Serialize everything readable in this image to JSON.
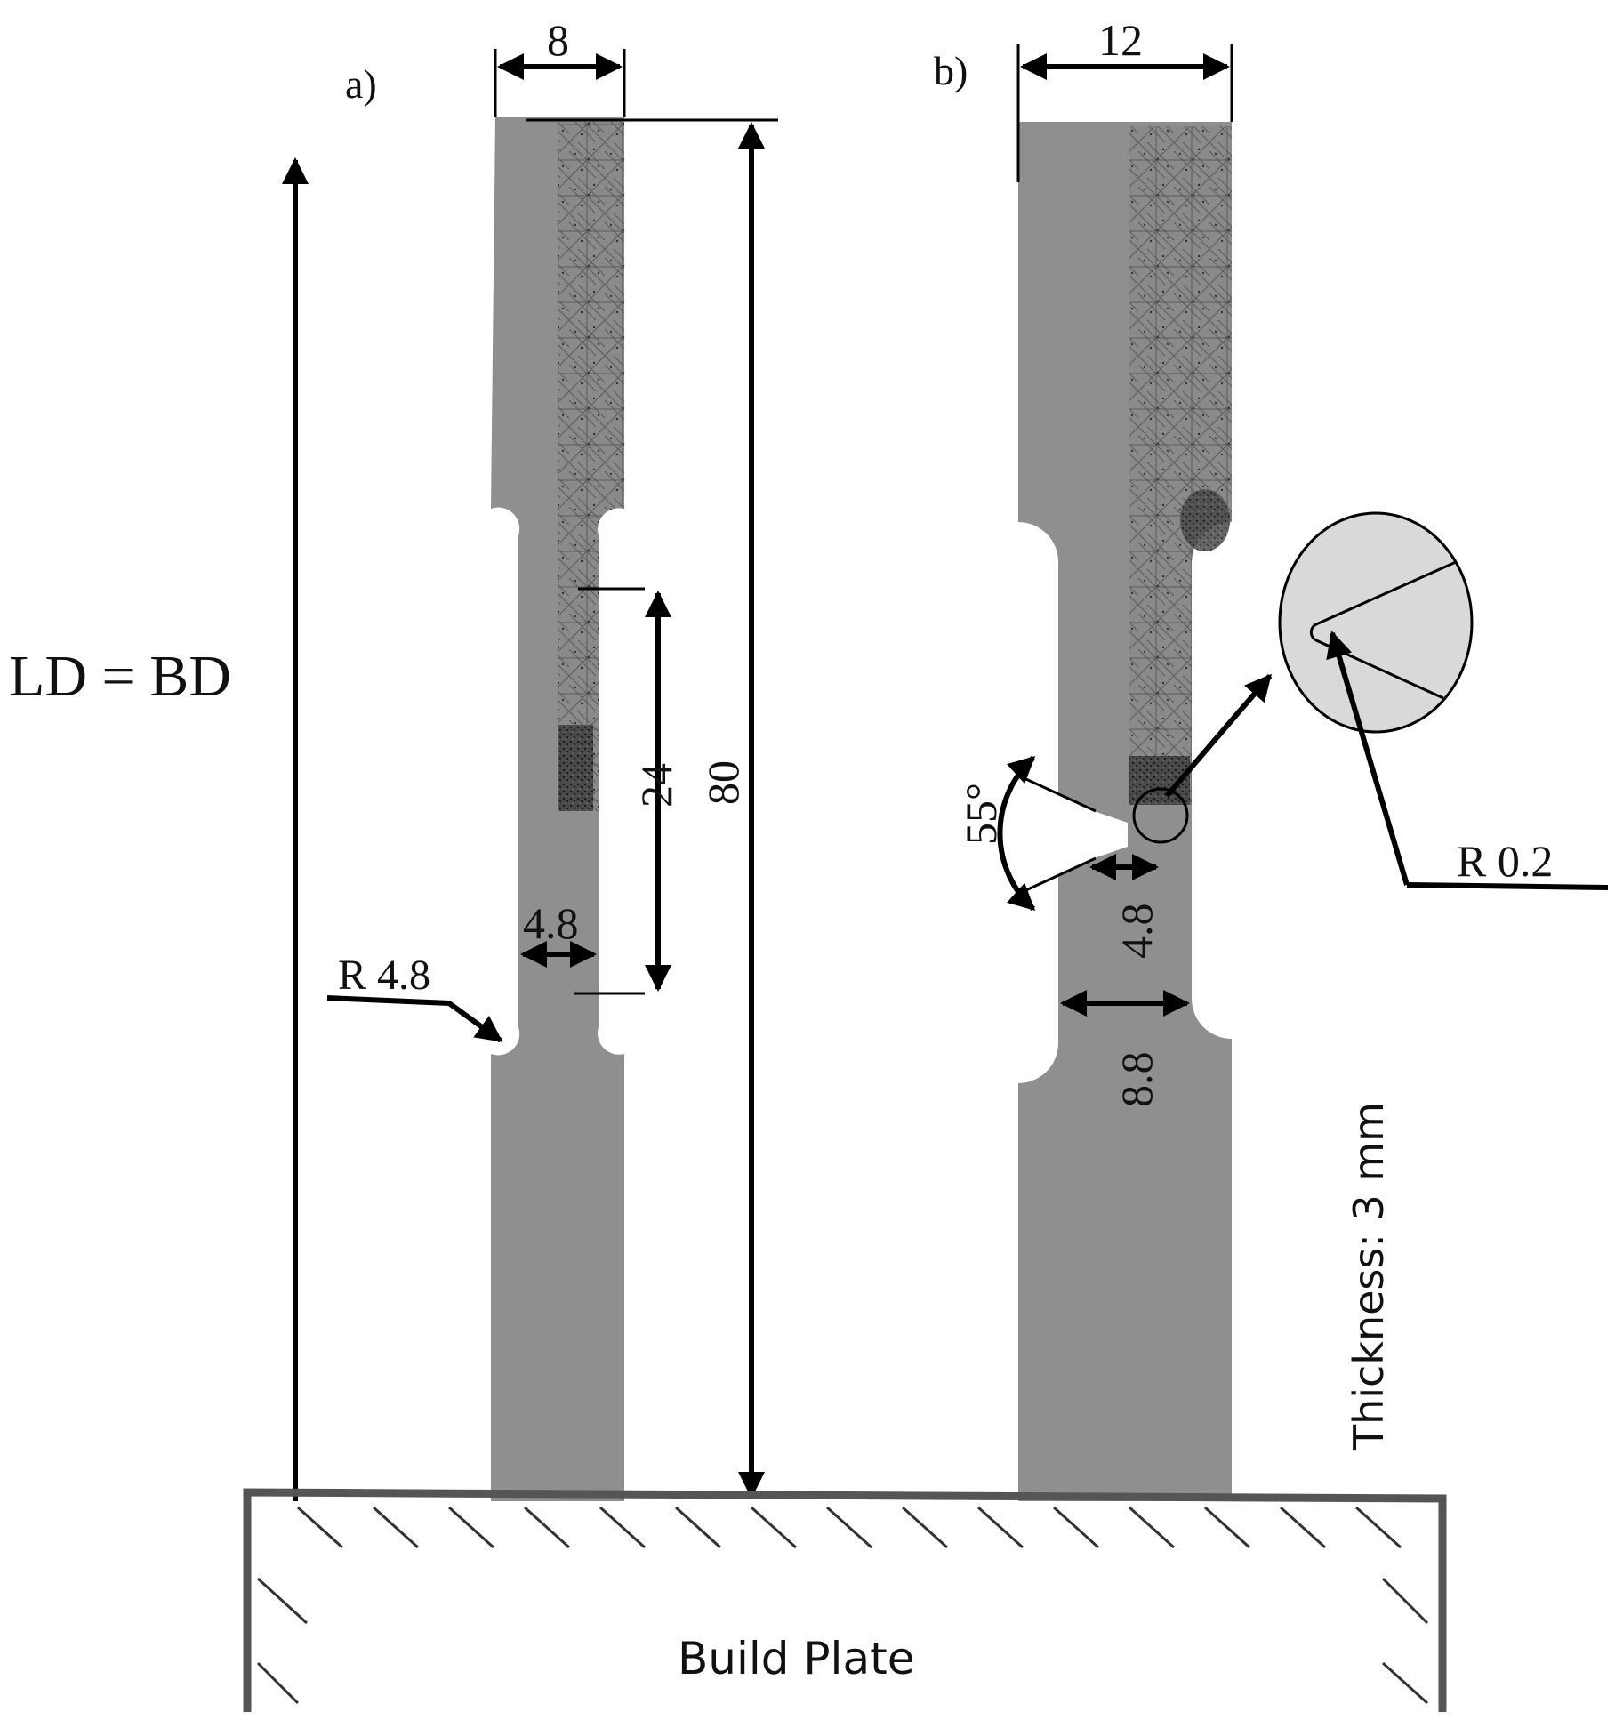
{
  "labels": {
    "panel_a": "a)",
    "panel_b": "b)",
    "ld_bd": "LD = BD",
    "build_plate": "Build Plate",
    "thickness": "Thickness: 3 mm"
  },
  "specimen_a": {
    "width_top": "8",
    "gauge_length": "24",
    "total_length": "80",
    "gauge_width": "4.8",
    "fillet_radius": "R 4.8"
  },
  "specimen_b": {
    "width_top": "12",
    "notch_angle": "55°",
    "notch_depth": "4.8",
    "gauge_width": "8.8",
    "notch_radius": "R 0.2"
  },
  "colors": {
    "specimen_fill": "#8f8f8f",
    "mesh_fill": "#7a7a7a",
    "detail_circle_fill": "#d9d9d9",
    "plate_stroke": "#555555"
  }
}
